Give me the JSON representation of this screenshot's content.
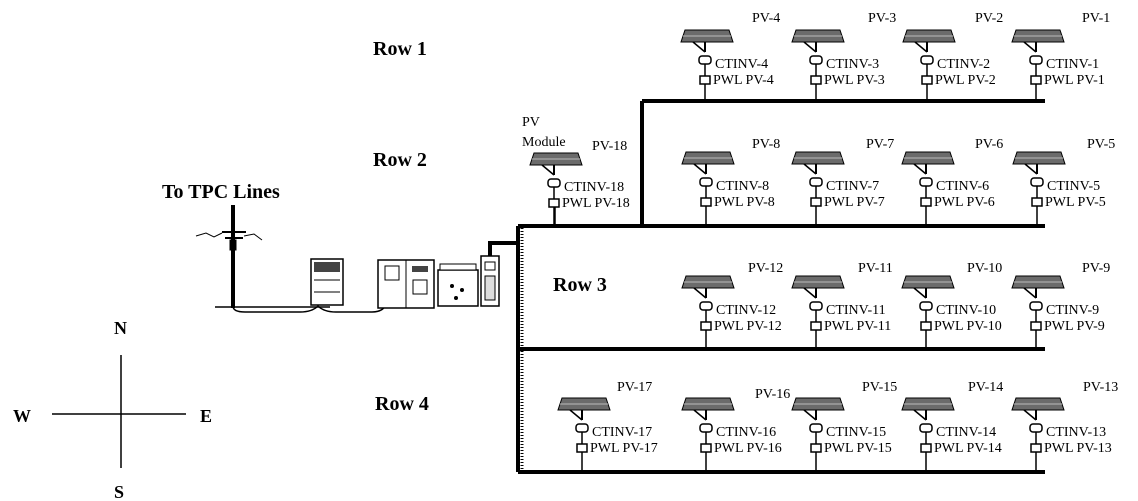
{
  "row_labels": [
    "Row 1",
    "Row 2",
    "Row 3",
    "Row 4"
  ],
  "grid_label": "To TPC Lines",
  "module_label": [
    "PV",
    "Module"
  ],
  "compass": {
    "north": "N",
    "south": "S",
    "east": "E",
    "west": "W"
  },
  "units": {
    "pv1": {
      "pv": "PV-1",
      "inverter": "CTINV-1",
      "pwl": "PWL PV-1"
    },
    "pv2": {
      "pv": "PV-2",
      "inverter": "CTINV-2",
      "pwl": "PWL PV-2"
    },
    "pv3": {
      "pv": "PV-3",
      "inverter": "CTINV-3",
      "pwl": "PWL PV-3"
    },
    "pv4": {
      "pv": "PV-4",
      "inverter": "CTINV-4",
      "pwl": "PWL PV-4"
    },
    "pv5": {
      "pv": "PV-5",
      "inverter": "CTINV-5",
      "pwl": "PWL PV-5"
    },
    "pv6": {
      "pv": "PV-6",
      "inverter": "CTINV-6",
      "pwl": "PWL PV-6"
    },
    "pv7": {
      "pv": "PV-7",
      "inverter": "CTINV-7",
      "pwl": "PWL PV-7"
    },
    "pv8": {
      "pv": "PV-8",
      "inverter": "CTINV-8",
      "pwl": "PWL PV-8"
    },
    "pv9": {
      "pv": "PV-9",
      "inverter": "CTINV-9",
      "pwl": "PWL PV-9"
    },
    "pv10": {
      "pv": "PV-10",
      "inverter": "CTINV-10",
      "pwl": "PWL PV-10"
    },
    "pv11": {
      "pv": "PV-11",
      "inverter": "CTINV-11",
      "pwl": "PWL PV-11"
    },
    "pv12": {
      "pv": "PV-12",
      "inverter": "CTINV-12",
      "pwl": "PWL PV-12"
    },
    "pv13": {
      "pv": "PV-13",
      "inverter": "CTINV-13",
      "pwl": "PWL PV-13"
    },
    "pv14": {
      "pv": "PV-14",
      "inverter": "CTINV-14",
      "pwl": "PWL PV-14"
    },
    "pv15": {
      "pv": "PV-15",
      "inverter": "CTINV-15",
      "pwl": "PWL PV-15"
    },
    "pv16": {
      "pv": "PV-16",
      "inverter": "CTINV-16",
      "pwl": "PWL PV-16"
    },
    "pv17": {
      "pv": "PV-17",
      "inverter": "CTINV-17",
      "pwl": "PWL PV-17"
    },
    "pv18": {
      "pv": "PV-18",
      "inverter": "CTINV-18",
      "pwl": "PWL PV-18"
    }
  }
}
